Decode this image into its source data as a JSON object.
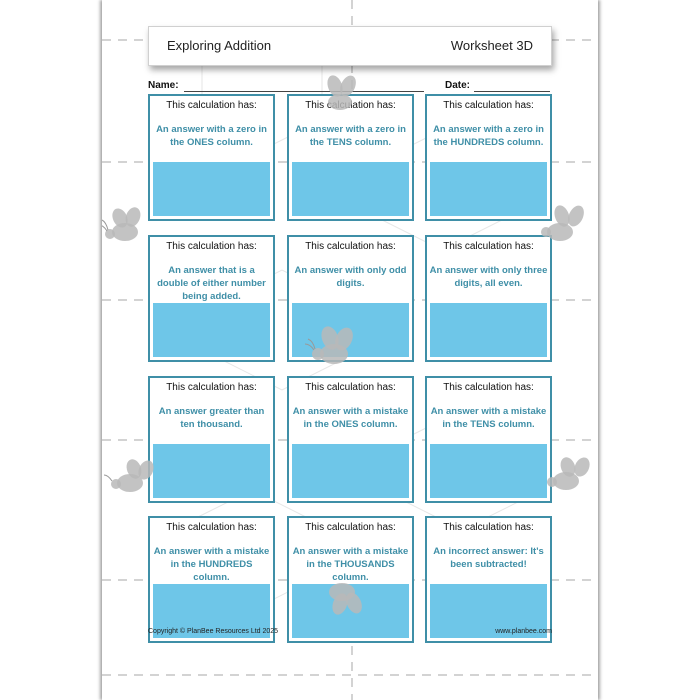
{
  "header": {
    "title": "Exploring Addition",
    "worksheet": "Worksheet  3D"
  },
  "fields": {
    "name_label": "Name:",
    "date_label": "Date:"
  },
  "card_heading": "This calculation has:",
  "cards": [
    {
      "criterion": "An answer with a zero in the ONES column."
    },
    {
      "criterion": "An answer with a zero in the TENS column."
    },
    {
      "criterion": "An answer with a zero in the HUNDREDS column."
    },
    {
      "criterion": "An answer that is a double of either number being added."
    },
    {
      "criterion": "An answer with only odd digits."
    },
    {
      "criterion": "An answer with only three digits, all even."
    },
    {
      "criterion": "An answer greater than ten thousand."
    },
    {
      "criterion": "An answer with a mistake in the ONES column."
    },
    {
      "criterion": "An answer with a mistake in the TENS column."
    },
    {
      "criterion": "An answer with a mistake in the HUNDREDS column."
    },
    {
      "criterion": "An answer with a mistake in the THOUSANDS column."
    },
    {
      "criterion": "An incorrect answer: It's been subtracted!"
    }
  ],
  "footer": {
    "copyright": "Copyright © PlanBee Resources Ltd 2025",
    "website": "www.planbee.com"
  },
  "colors": {
    "accent": "#3f8fa7",
    "answer_box": "#6ec6e8",
    "bee": "#b8b8b8"
  }
}
